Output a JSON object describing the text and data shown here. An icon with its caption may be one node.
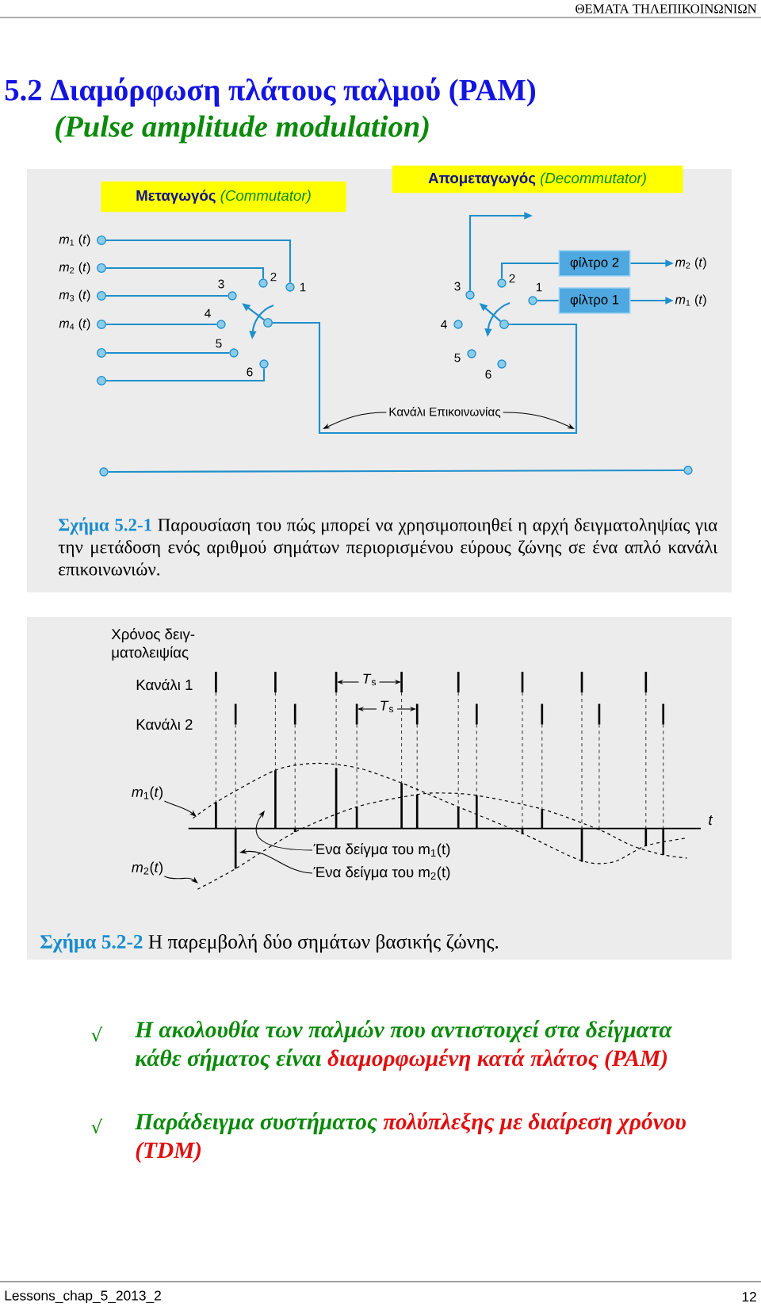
{
  "diagram": {
    "title": "5.2 Διαμόρφωση πλάτους παλμού (PAM)",
    "nodes": [
      {
        "text": [
          "Μεταγωγός",
          "(Commutator)"
        ]
      },
      {
        "text": [
          "Απομεταγωγός",
          "(Decommutator)"
        ]
      },
      {
        "text": [],
        "shape": "circle",
        "beside": [
          "*m*$_{1}$ (*t*)"
        ]
      },
      {
        "text": [],
        "shape": "circle",
        "beside": [
          "*m*$_{2}$ (*t*)"
        ]
      },
      {
        "text": [],
        "shape": "circle",
        "beside": [
          "*m*$_{3}$ (*t*)"
        ]
      },
      {
        "text": [],
        "shape": "circle",
        "beside": [
          "*m*$_{4}$ (*t*)"
        ]
      },
      {
        "text": [],
        "shape": "circle"
      },
      {
        "text": [],
        "shape": "circle"
      },
      {
        "text": [],
        "shape": "circle",
        "beside": [
          "1"
        ]
      },
      {
        "text": [],
        "shape": "circle",
        "beside": [
          "2"
        ]
      },
      {
        "text": [],
        "shape": "circle",
        "beside": [
          "3"
        ]
      },
      {
        "text": [],
        "shape": "circle",
        "beside": [
          "4"
        ]
      },
      {
        "text": [],
        "shape": "circle",
        "beside": [
          "5"
        ]
      },
      {
        "text": [],
        "shape": "circle",
        "beside": [
          "6"
        ]
      },
      {
        "text": [],
        "shape": "circle"
      },
      {
        "text": [
          "φίλτρο 2"
        ]
      },
      {
        "text": [
          "*m*$_{2}$ (*t*)"
        ]
      },
      {
        "text": [],
        "shape": "circle",
        "beside": [
          "1"
        ]
      },
      {
        "text": [],
        "shape": "circle",
        "beside": [
          "2"
        ]
      },
      {
        "text": [],
        "shape": "circle",
        "beside": [
          "3"
        ]
      },
      {
        "text": [],
        "shape": "circle",
        "beside": [
          "4"
        ]
      },
      {
        "text": [],
        "shape": "circle",
        "beside": [
          "5"
        ]
      },
      {
        "text": [],
        "shape": "circle",
        "beside": [
          "6"
        ]
      },
      {
        "text": [],
        "shape": "circle"
      },
      {
        "text": [
          "φίλτρο 1"
        ]
      },
      {
        "text": [
          "*m*$_{1}$ (*t*)"
        ]
      },
      {
        "text": [
          "Κανάλι Επικοινωνίας"
        ]
      },
      {
        "text": [],
        "shape": "circle"
      },
      {
        "text": [],
        "shape": "circle"
      },
      {
        "text": [
          "*m*$_{1}$(*t*)"
        ]
      },
      {
        "text": [
          "*m*$_{2}$(*t*)"
        ]
      },
      {
        "text": [
          "Ένα δείγμα του m$_{1}$(t)"
        ],
        "in": 33
      },
      {
        "text": [
          "Ένα δείγμα του m$_{2}$(t)"
        ],
        "in": 33
      },
      {
        "text": [],
        "shape": "picture"
      }
    ],
    "edges": [
      {
        "from": 2,
        "to": 8,
        "arrow": "none"
      },
      {
        "from": 3,
        "to": 9,
        "arrow": "none"
      },
      {
        "from": 4,
        "to": 10,
        "arrow": "none"
      },
      {
        "from": 5,
        "to": 11,
        "arrow": "none"
      },
      {
        "from": 6,
        "to": 12,
        "arrow": "none"
      },
      {
        "from": 7,
        "to": 13,
        "arrow": "none"
      },
      {
        "from": 14,
        "to": 23,
        "arrow": "none"
      },
      {
        "from": 18,
        "to": 15,
        "arrow": "none"
      },
      {
        "from": 17,
        "to": 24,
        "arrow": "none"
      },
      {
        "from": 15,
        "to": 16,
        "arrow": "to"
      },
      {
        "from": 24,
        "to": 25,
        "arrow": "to"
      },
      {
        "from": 19,
        "to": null,
        "arrow": "to"
      },
      {
        "from": 26,
        "to": null,
        "arrow": "to",
        "color": "#000000"
      },
      {
        "from": 26,
        "to": null,
        "arrow": "to",
        "color": "#000000"
      },
      {
        "from": 27,
        "to": 28,
        "arrow": "none"
      },
      {
        "from": 29,
        "to": 33,
        "arrow": "to",
        "color": "#000000"
      },
      {
        "from": 30,
        "to": 33,
        "arrow": "to",
        "color": "#000000"
      },
      {
        "from": 31,
        "to": 33,
        "arrow": "to",
        "color": "#000000"
      },
      {
        "from": 32,
        "to": 33,
        "arrow": "to",
        "color": "#000000"
      },
      {
        "from": 14,
        "to": 10,
        "arrow": "to"
      },
      {
        "from": 23,
        "to": 19,
        "arrow": "to"
      }
    ],
    "labels": [
      "ΘΕΜΑΤΑ ΤΗΛΕΠΙΚΟΙΝΩΝΙΩΝ",
      "(Pulse amplitude modulation)",
      "Σχήμα 5.2-1",
      "Παρουσίαση του πώς μπορεί να χρησιμοποιηθεί η αρχή δειγματοληψίας για την μετάδοση ενός αριθμού σημάτων περιορισμένου εύρους ζώνης σε ένα απλό κανάλι επικοινωνιών.",
      "Χρόνος δειγ-",
      "ματολειψίας",
      "Κανάλι 1",
      "Κανάλι 2",
      "*T*$_{s}$",
      "*T*$_{s}$",
      "t",
      "Σχήμα 5.2-2",
      "Η παρεμβολή δύο σημάτων βασικής ζώνης.",
      "√",
      "Η ακολουθία των παλμών που αντιστοιχεί στα δείγματα κάθε σήματος είναι",
      "διαμορφωμένη κατά πλάτος (PAM)",
      "√",
      "Παράδειγμα συστήματος",
      "πολύπλεξης με διαίρεση χρόνου (TDM)",
      "Lessons_chap_5_2013_2",
      "12"
    ]
  }
}
